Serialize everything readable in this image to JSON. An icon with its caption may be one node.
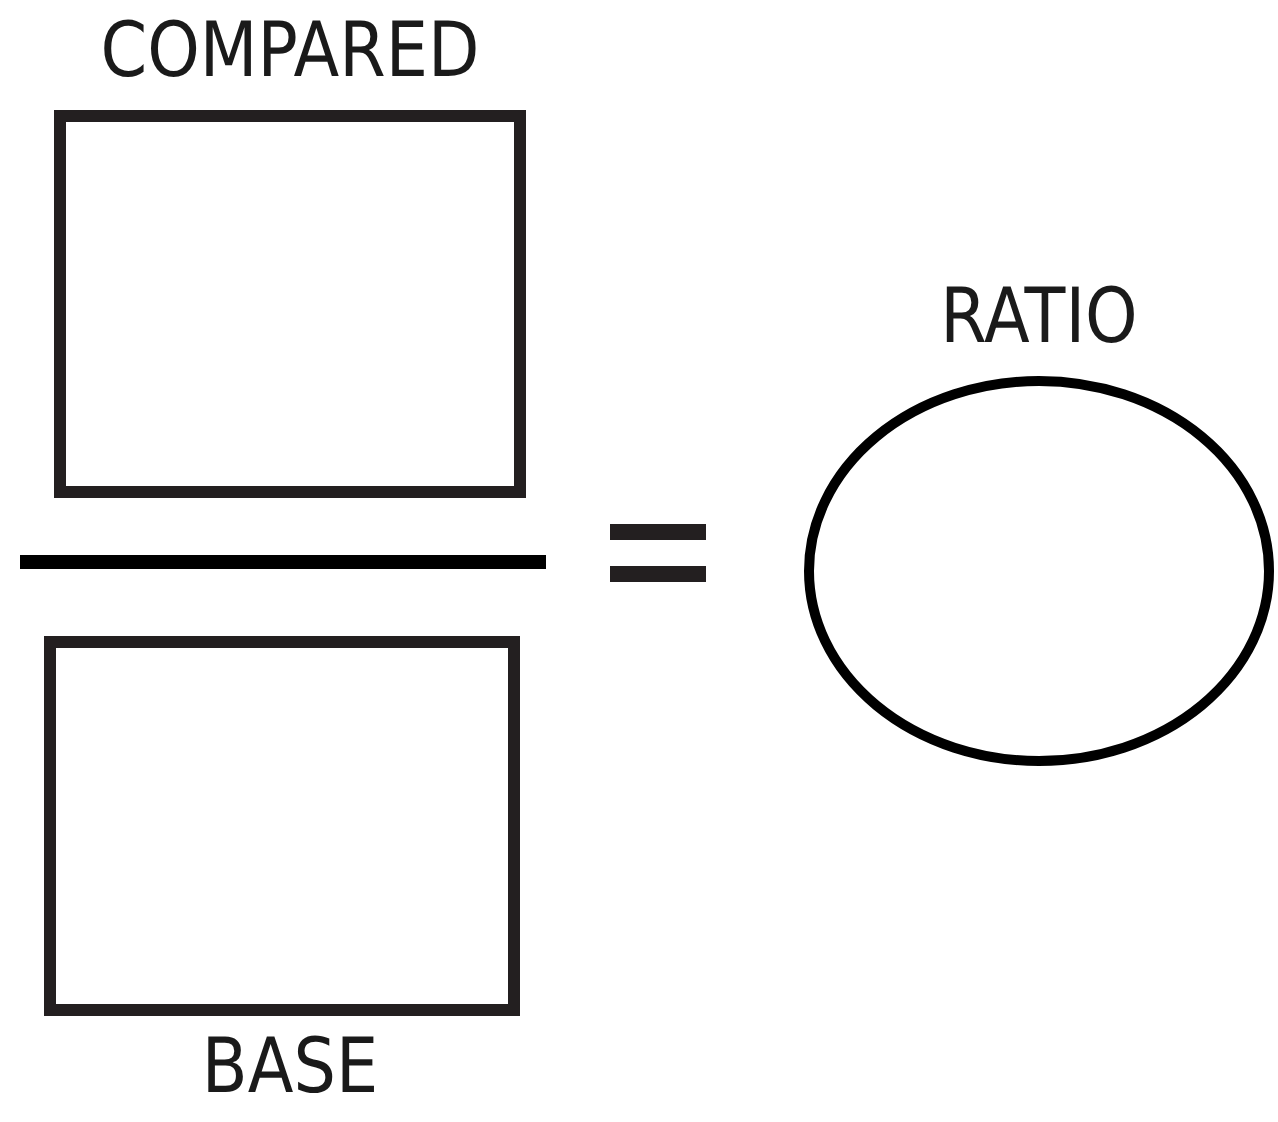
{
  "diagram": {
    "nodes": [
      {
        "text": [
          "COMPARED"
        ]
      },
      {
        "text": [
          "BASE"
        ]
      },
      {
        "text": [
          "RATIO"
        ]
      }
    ]
  }
}
